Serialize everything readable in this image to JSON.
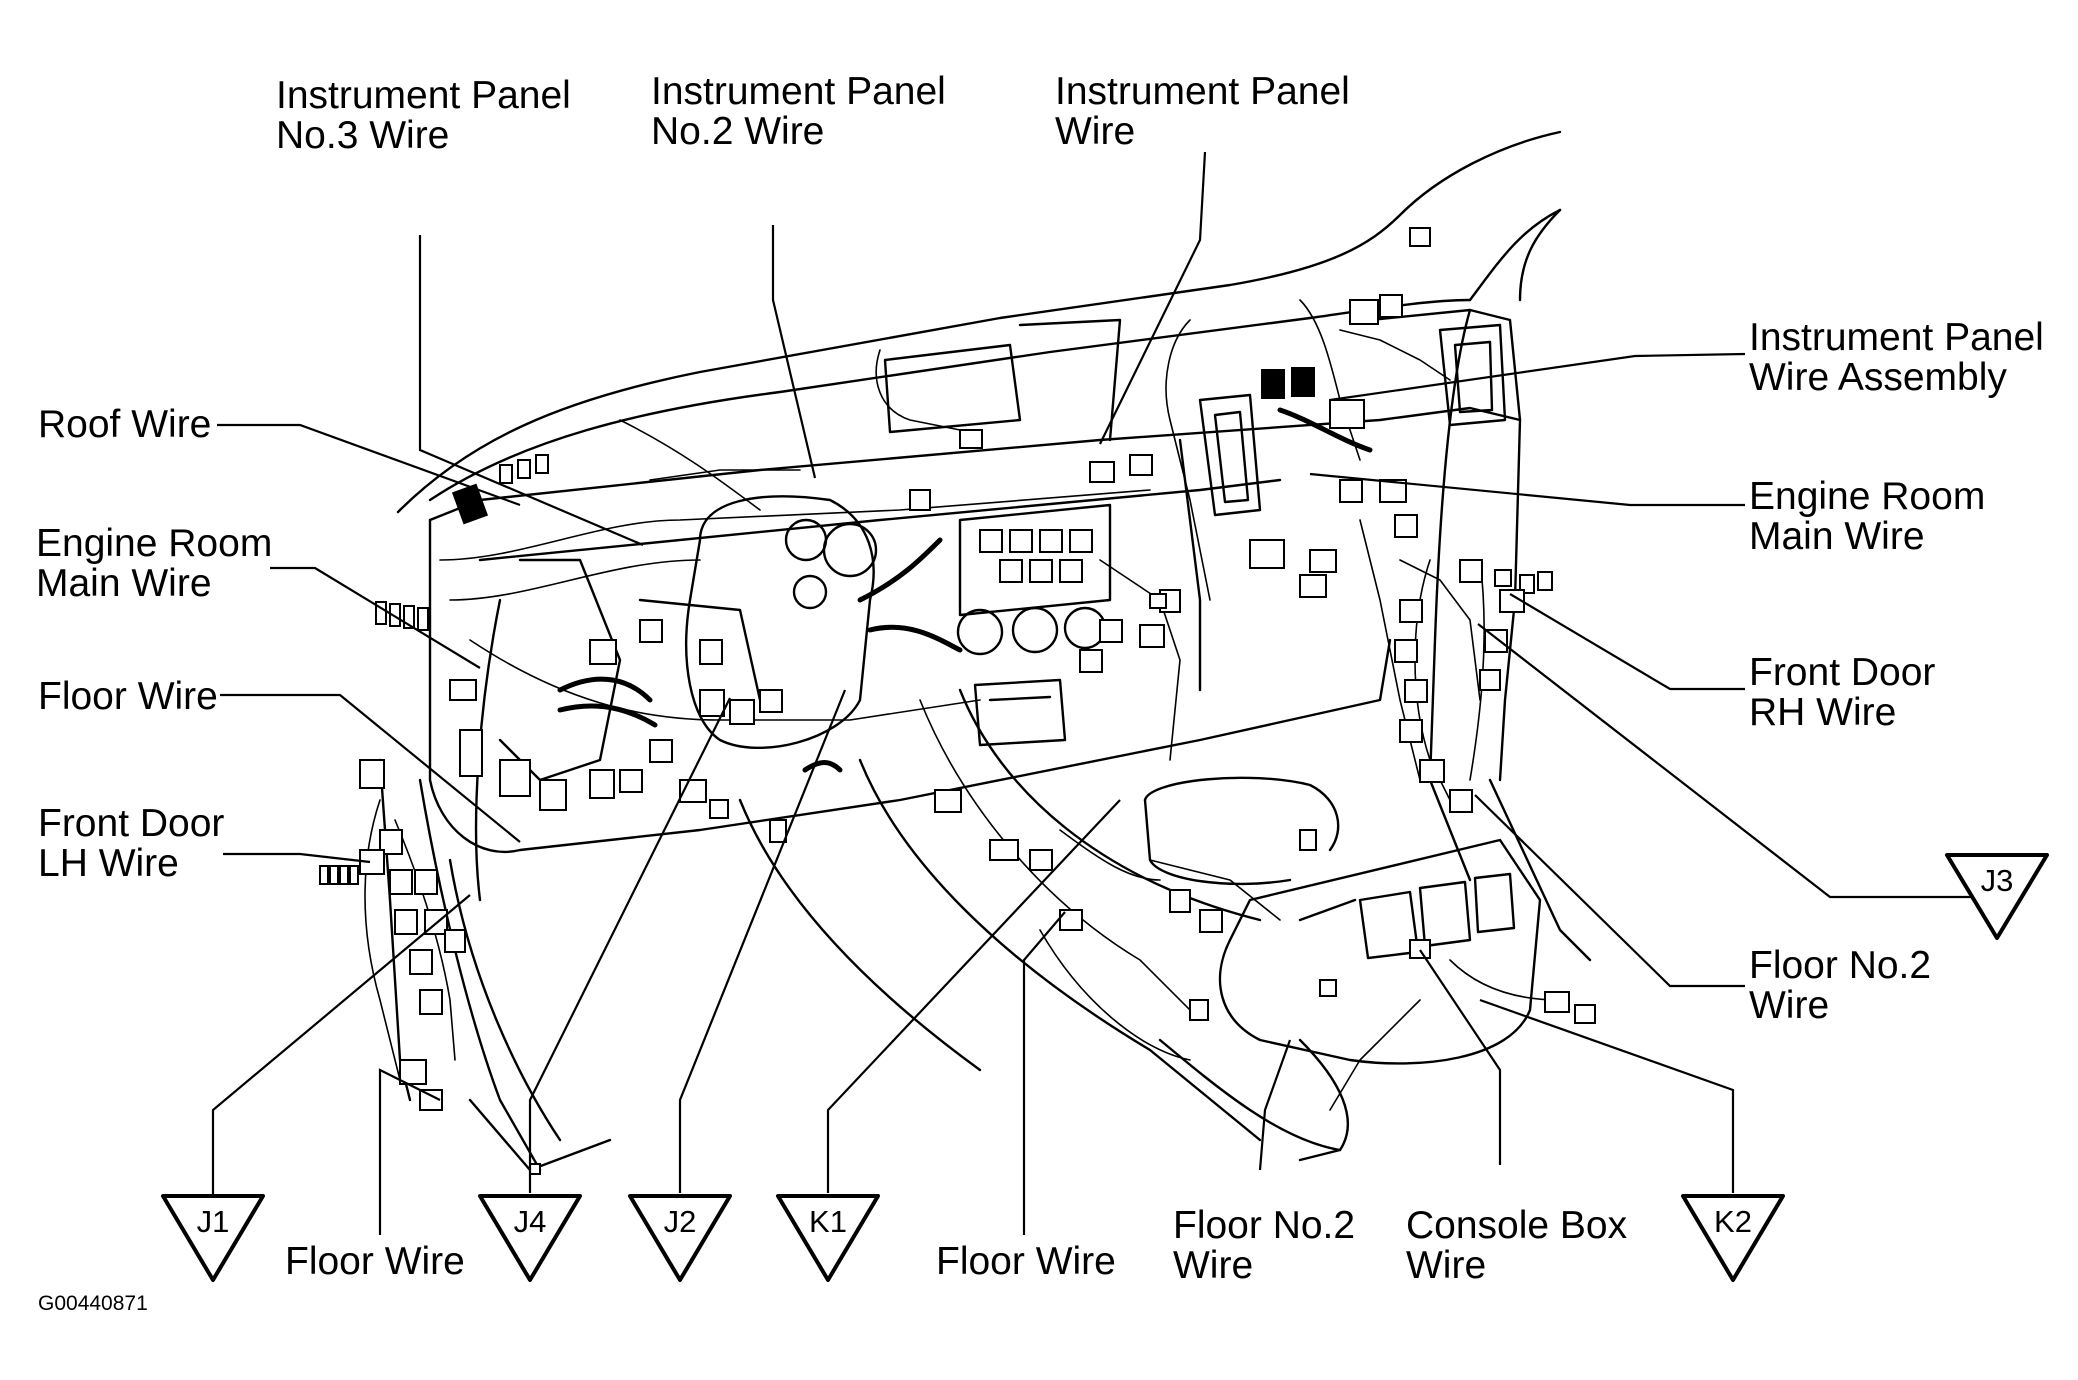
{
  "diagram_code": "G00440871",
  "labels": {
    "ip_no3": [
      "Instrument Panel",
      "No.3 Wire"
    ],
    "ip_no2": [
      "Instrument Panel",
      "No.2 Wire"
    ],
    "ip_wire": [
      "Instrument Panel",
      "Wire"
    ],
    "ip_assy": [
      "Instrument Panel",
      "Wire Assembly"
    ],
    "roof": [
      "Roof Wire"
    ],
    "erm_left": [
      "Engine Room",
      "Main Wire"
    ],
    "erm_right": [
      "Engine Room",
      "Main Wire"
    ],
    "floor_left": [
      "Floor Wire"
    ],
    "fd_lh": [
      "Front Door",
      "LH Wire"
    ],
    "fd_rh": [
      "Front Door",
      "RH Wire"
    ],
    "floor_no2_right": [
      "Floor No.2",
      "Wire"
    ],
    "floor_bottom_left": [
      "Floor Wire"
    ],
    "floor_bottom_mid": [
      "Floor Wire"
    ],
    "floor_no2_bottom": [
      "Floor No.2",
      "Wire"
    ],
    "console_box": [
      "Console Box",
      "Wire"
    ]
  },
  "junctions": {
    "j1": "J1",
    "j4": "J4",
    "j2": "J2",
    "k1": "K1",
    "k2": "K2",
    "j3": "J3"
  }
}
